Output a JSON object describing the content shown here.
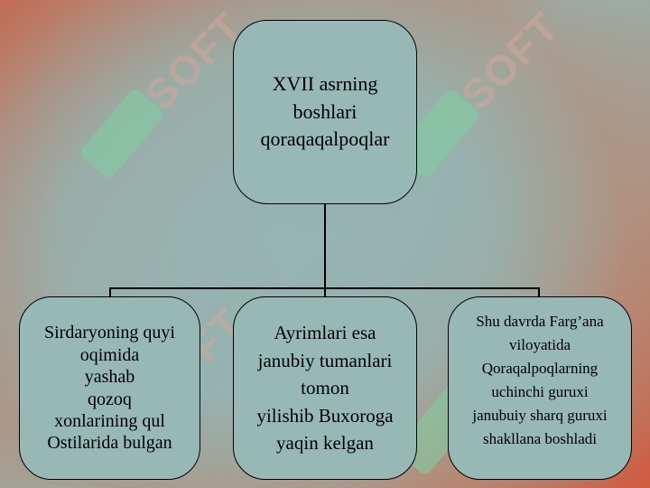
{
  "diagram": {
    "root": {
      "label": "XVII asrning\nboshlari\n qoraqaqalpoqlar"
    },
    "children": [
      {
        "label": "Sirdaryoning quyi\noqimida\nyashab\nqozoq\nxonlarining qul\n  Ostilarida bulgan"
      },
      {
        "label": "Ayrimlari esa\njanubiy tumanlari\ntomon\nyilishib Buxoroga\nyaqin kelgan"
      },
      {
        "label": "Shu davrda Farg’ana\nviloyatida\nQoraqalpoqlarning\nuchinchi guruxi\njanubuiy sharq guruxi\nshakllana boshladi"
      }
    ]
  },
  "colors": {
    "node_fill": "#98b8b6",
    "line": "#000000"
  },
  "watermark": {
    "text": "SOFT",
    "icon": "soft-logo-icon"
  }
}
